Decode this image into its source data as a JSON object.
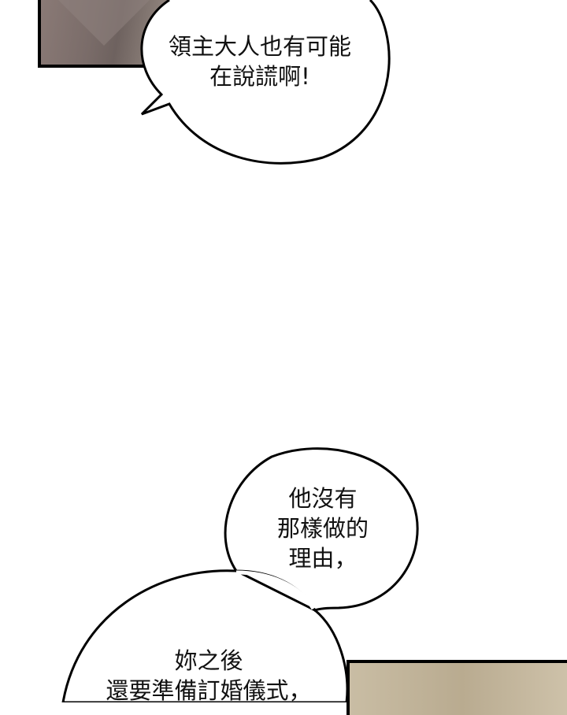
{
  "bubbles": [
    {
      "lines": [
        "領主大人也有可能",
        "在說謊啊!"
      ]
    },
    {
      "lines": [
        "他沒有",
        "那樣做的",
        "理由，"
      ]
    },
    {
      "lines": [
        "妳之後",
        "還要準備訂婚儀式，"
      ]
    }
  ]
}
